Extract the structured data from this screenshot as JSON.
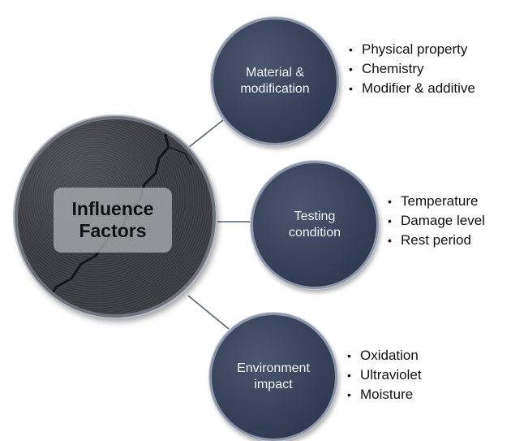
{
  "center": {
    "title": "Influence\nFactors"
  },
  "branches": [
    {
      "label": "Material &\nmodification",
      "items": [
        "Physical property",
        "Chemistry",
        "Modifier & additive"
      ]
    },
    {
      "label": "Testing\ncondition",
      "items": [
        "Temperature",
        "Damage level",
        "Rest period"
      ]
    },
    {
      "label": "Environment\nimpact",
      "items": [
        "Oxidation",
        "Ultraviolet",
        "Moisture"
      ]
    }
  ],
  "colors": {
    "node_fill": "#37415a",
    "node_border": "#8d96a8",
    "connector": "#5a6470",
    "center_box": "#aaacb0"
  }
}
